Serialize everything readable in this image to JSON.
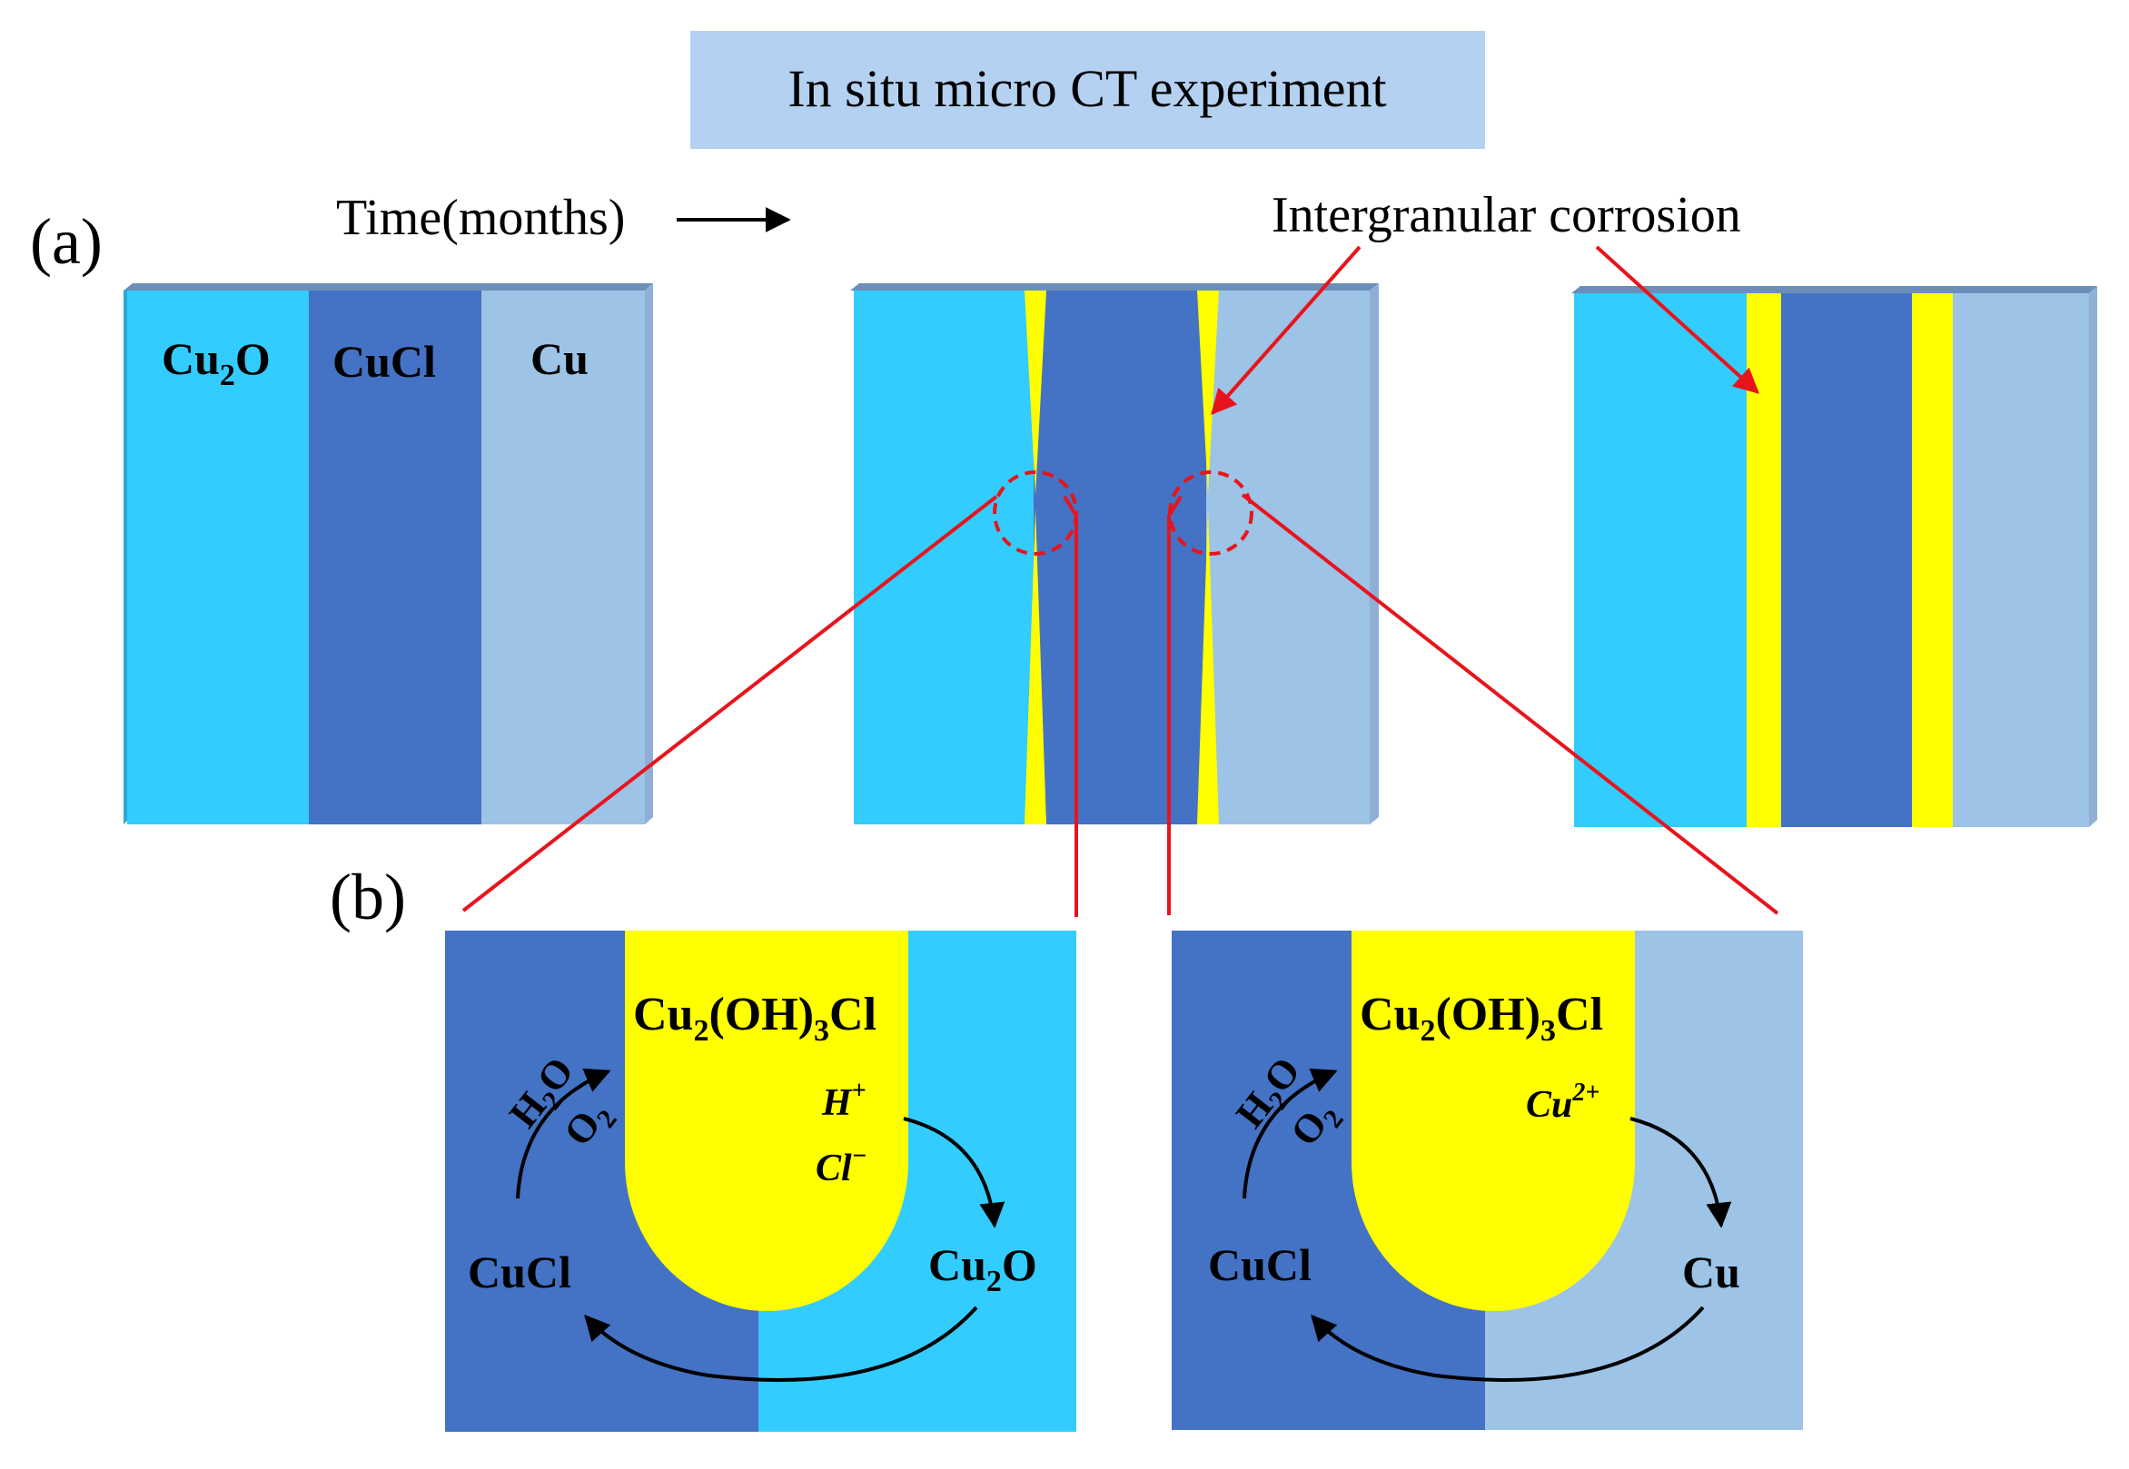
{
  "title": "In situ micro CT experiment",
  "panel_a": {
    "label": "(a)",
    "time_label": "Time(months)",
    "annotation": "Intergranular  corrosion",
    "layers": {
      "cu2o": {
        "base": "Cu",
        "sub": "2",
        "tail": "O"
      },
      "cucl": "CuCl",
      "cu": "Cu"
    }
  },
  "panel_b": {
    "label": "(b)",
    "left": {
      "product": {
        "p1": "Cu",
        "s1": "2",
        "p2": "(OH)",
        "s2": "3",
        "p3": "Cl"
      },
      "h2o": {
        "a": "H",
        "s": "2",
        "b": "O"
      },
      "o2": {
        "a": "O",
        "s": "2"
      },
      "ion1": {
        "base": "H",
        "sup": "+"
      },
      "ion2": {
        "base": "Cl",
        "sup": "−"
      },
      "cucl": "CuCl",
      "cu2o": {
        "base": "Cu",
        "sub": "2",
        "tail": "O"
      }
    },
    "right": {
      "product": {
        "p1": "Cu",
        "s1": "2",
        "p2": "(OH)",
        "s2": "3",
        "p3": "Cl"
      },
      "h2o": {
        "a": "H",
        "s": "2",
        "b": "O"
      },
      "o2": {
        "a": "O",
        "s": "2"
      },
      "ion": {
        "base": "Cu",
        "sup": "2+"
      },
      "cucl": "CuCl",
      "cu": "Cu"
    }
  },
  "colors": {
    "cu2o": "#33CCFF",
    "cucl": "#4472C4",
    "cu": "#9DC3E6",
    "corrosion": "#FFFF00",
    "title_box": "#B4D1F2",
    "red": "#E8141C"
  }
}
